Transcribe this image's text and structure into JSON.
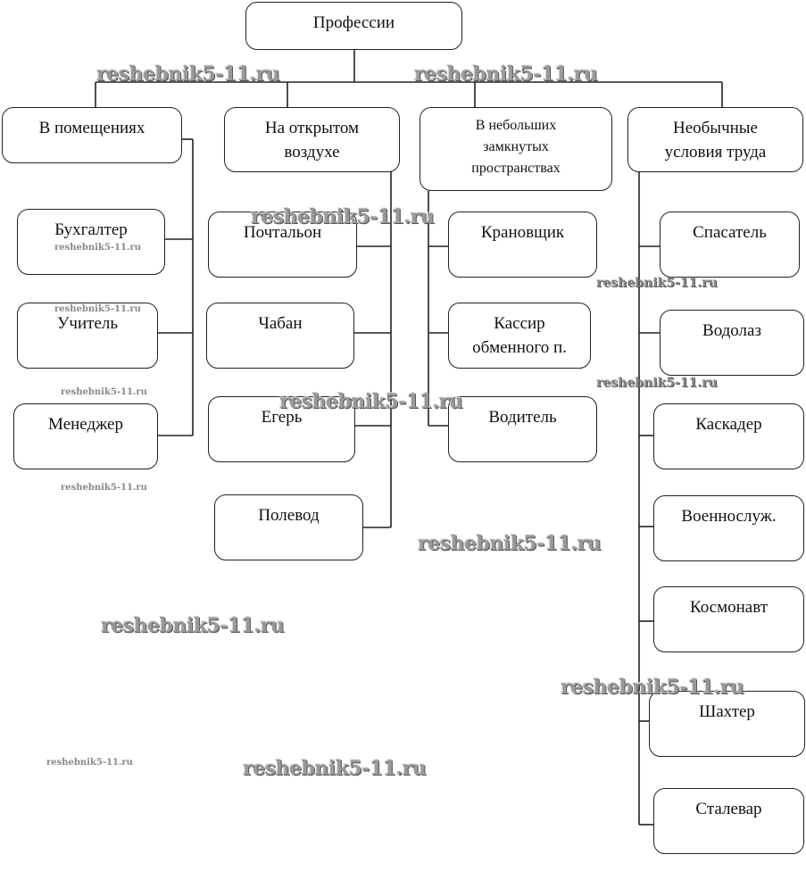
{
  "root": {
    "label": "Профессии"
  },
  "categories": [
    {
      "lines": [
        "В помещениях"
      ],
      "items": [
        {
          "lines": [
            "Бухгалтер"
          ]
        },
        {
          "lines": [
            "Учитель"
          ]
        },
        {
          "lines": [
            "Менеджер"
          ]
        }
      ]
    },
    {
      "lines": [
        "На открытом",
        "воздухе"
      ],
      "items": [
        {
          "lines": [
            "Почтальон"
          ]
        },
        {
          "lines": [
            "Чабан"
          ]
        },
        {
          "lines": [
            "Егерь"
          ]
        },
        {
          "lines": [
            "Полевод"
          ]
        }
      ]
    },
    {
      "lines": [
        "В небольших",
        "замкнутых",
        "пространствах"
      ],
      "items": [
        {
          "lines": [
            "Крановщик"
          ]
        },
        {
          "lines": [
            "Кассир",
            "обменного п."
          ]
        },
        {
          "lines": [
            "Водитель"
          ]
        }
      ]
    },
    {
      "lines": [
        "Необычные",
        "условия труда"
      ],
      "items": [
        {
          "lines": [
            "Спасатель"
          ]
        },
        {
          "lines": [
            "Водолаз"
          ]
        },
        {
          "lines": [
            "Каскадер"
          ]
        },
        {
          "lines": [
            "Военнослуж."
          ]
        },
        {
          "lines": [
            "Космонавт"
          ]
        },
        {
          "lines": [
            "Шахтер"
          ]
        },
        {
          "lines": [
            "Сталевар"
          ]
        }
      ]
    }
  ],
  "watermark": {
    "text": "reshebnik5-11.ru"
  }
}
